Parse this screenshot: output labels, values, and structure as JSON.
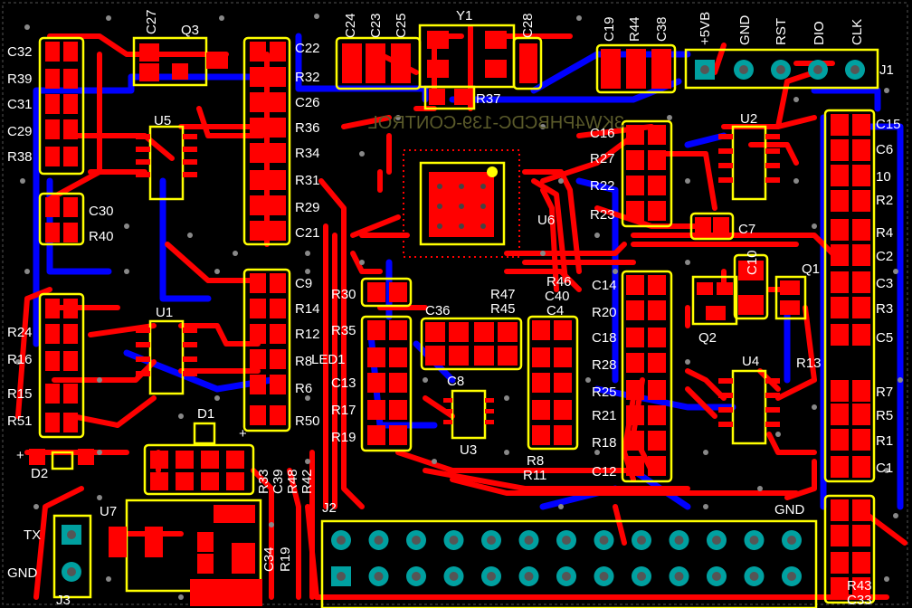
{
  "colors": {
    "background": "#000000",
    "top_copper": "#ff0000",
    "bottom_copper": "#0000ff",
    "silkscreen": "#ffff00",
    "pad_ring": "#00a0a0",
    "label_text": "#ffffff"
  },
  "mirrored_silk_text": "3KW4PHBCDC-139-CONTROL",
  "labels_left": [
    {
      "id": "C32",
      "text": "C32"
    },
    {
      "id": "R39",
      "text": "R39"
    },
    {
      "id": "C31",
      "text": "C31"
    },
    {
      "id": "C29",
      "text": "C29"
    },
    {
      "id": "R38",
      "text": "R38"
    },
    {
      "id": "C30",
      "text": "C30"
    },
    {
      "id": "R40",
      "text": "R40"
    },
    {
      "id": "R24",
      "text": "R24"
    },
    {
      "id": "R16",
      "text": "R16"
    },
    {
      "id": "R15",
      "text": "R15"
    },
    {
      "id": "R51",
      "text": "R51"
    },
    {
      "id": "D2",
      "text": "D2"
    },
    {
      "id": "TX",
      "text": "TX"
    },
    {
      "id": "GND3",
      "text": "GND"
    },
    {
      "id": "J3",
      "text": "J3"
    },
    {
      "id": "U7",
      "text": "U7"
    },
    {
      "id": "U5",
      "text": "U5"
    },
    {
      "id": "U1",
      "text": "U1"
    },
    {
      "id": "D1",
      "text": "D1"
    },
    {
      "id": "Q3",
      "text": "Q3"
    },
    {
      "id": "plus1",
      "text": "+"
    },
    {
      "id": "plus2",
      "text": "+"
    }
  ],
  "labels_mid": [
    {
      "id": "C22",
      "text": "C22"
    },
    {
      "id": "R32",
      "text": "R32"
    },
    {
      "id": "C26",
      "text": "C26"
    },
    {
      "id": "R36",
      "text": "R36"
    },
    {
      "id": "R34",
      "text": "R34"
    },
    {
      "id": "R31",
      "text": "R31"
    },
    {
      "id": "R29",
      "text": "R29"
    },
    {
      "id": "C21",
      "text": "C21"
    },
    {
      "id": "C9",
      "text": "C9"
    },
    {
      "id": "R14",
      "text": "R14"
    },
    {
      "id": "R12",
      "text": "R12"
    },
    {
      "id": "R8",
      "text": "R8"
    },
    {
      "id": "R6",
      "text": "R6"
    },
    {
      "id": "R50",
      "text": "R50"
    },
    {
      "id": "R30",
      "text": "R30"
    },
    {
      "id": "R35",
      "text": "R35"
    },
    {
      "id": "LED1",
      "text": "LED1"
    },
    {
      "id": "C13",
      "text": "C13"
    },
    {
      "id": "R17",
      "text": "R17"
    },
    {
      "id": "R19a",
      "text": "R19"
    },
    {
      "id": "C36",
      "text": "C36"
    },
    {
      "id": "R47",
      "text": "R47"
    },
    {
      "id": "R45",
      "text": "R45"
    },
    {
      "id": "C40",
      "text": "C40"
    },
    {
      "id": "R46",
      "text": "R46"
    },
    {
      "id": "C4",
      "text": "C4"
    },
    {
      "id": "C8",
      "text": "C8"
    },
    {
      "id": "U3",
      "text": "U3"
    },
    {
      "id": "R8b",
      "text": "R8"
    },
    {
      "id": "R11",
      "text": "R11"
    },
    {
      "id": "U6",
      "text": "U6"
    },
    {
      "id": "J2",
      "text": "J2"
    },
    {
      "id": "R37",
      "text": "R37"
    },
    {
      "id": "Y1",
      "text": "Y1"
    }
  ],
  "labels_rot": [
    {
      "id": "C27",
      "text": "C27"
    },
    {
      "id": "C24",
      "text": "C24"
    },
    {
      "id": "C23",
      "text": "C23"
    },
    {
      "id": "C25",
      "text": "C25"
    },
    {
      "id": "C28",
      "text": "C28"
    },
    {
      "id": "C19",
      "text": "C19"
    },
    {
      "id": "R44",
      "text": "R44"
    },
    {
      "id": "C38",
      "text": "C38"
    },
    {
      "id": "VB",
      "text": "+5VB"
    },
    {
      "id": "GNDJ1",
      "text": "GND"
    },
    {
      "id": "RST",
      "text": "RST"
    },
    {
      "id": "DIO",
      "text": "DIO"
    },
    {
      "id": "CLK",
      "text": "CLK"
    },
    {
      "id": "R33",
      "text": "R33"
    },
    {
      "id": "C39",
      "text": "C39"
    },
    {
      "id": "R48",
      "text": "R48"
    },
    {
      "id": "R42",
      "text": "R42"
    },
    {
      "id": "C34",
      "text": "C34"
    },
    {
      "id": "R19r",
      "text": "R19"
    },
    {
      "id": "C10",
      "text": "C10"
    }
  ],
  "labels_right": [
    {
      "id": "J1",
      "text": "J1"
    },
    {
      "id": "U2",
      "text": "U2"
    },
    {
      "id": "C15",
      "text": "C15"
    },
    {
      "id": "C6",
      "text": "C6"
    },
    {
      "id": "C10b",
      "text": "10"
    },
    {
      "id": "R2",
      "text": "R2"
    },
    {
      "id": "R4",
      "text": "R4"
    },
    {
      "id": "C2",
      "text": "C2"
    },
    {
      "id": "C3",
      "text": "C3"
    },
    {
      "id": "R3",
      "text": "R3"
    },
    {
      "id": "C5",
      "text": "C5"
    },
    {
      "id": "R7",
      "text": "R7"
    },
    {
      "id": "R5",
      "text": "R5"
    },
    {
      "id": "R1",
      "text": "R1"
    },
    {
      "id": "C1",
      "text": "C1"
    },
    {
      "id": "Q1",
      "text": "Q1"
    },
    {
      "id": "Q2",
      "text": "Q2"
    },
    {
      "id": "C7",
      "text": "C7"
    },
    {
      "id": "U4",
      "text": "U4"
    },
    {
      "id": "R13",
      "text": "R13"
    },
    {
      "id": "GNDJ2",
      "text": "GND"
    },
    {
      "id": "R43",
      "text": "R43"
    },
    {
      "id": "C33",
      "text": "C33"
    },
    {
      "id": "C14",
      "text": "C14"
    },
    {
      "id": "R20",
      "text": "R20"
    },
    {
      "id": "C18",
      "text": "C18"
    },
    {
      "id": "R28",
      "text": "R28"
    },
    {
      "id": "R25",
      "text": "R25"
    },
    {
      "id": "R21",
      "text": "R21"
    },
    {
      "id": "R18",
      "text": "R18"
    },
    {
      "id": "C12",
      "text": "C12"
    },
    {
      "id": "R27",
      "text": "R27"
    },
    {
      "id": "R22",
      "text": "R22"
    },
    {
      "id": "R23",
      "text": "R23"
    },
    {
      "id": "C16",
      "text": "C16"
    }
  ]
}
